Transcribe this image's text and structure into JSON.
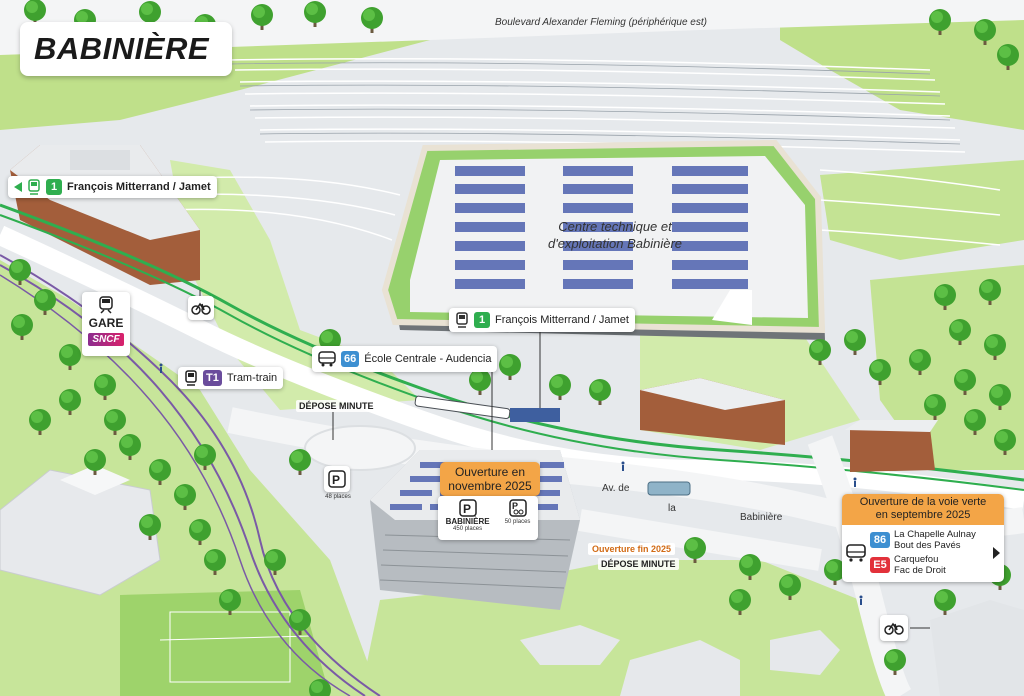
{
  "place_name": "BABINIÈRE",
  "roads": {
    "boulevard": "Boulevard   Alexander   Fleming   (périphérique   est)",
    "avenue_part1": "Av. de",
    "avenue_part2": "la",
    "avenue_part3": "Babinière"
  },
  "depot": {
    "line1": "Centre technique et",
    "line2": "d'exploitation Babinière"
  },
  "lines": {
    "tram_west": {
      "number": "1",
      "label": "François Mitterrand / Jamet",
      "color": "#2fae4f"
    },
    "tram_center": {
      "number": "1",
      "label": "François Mitterrand / Jamet",
      "color": "#2fae4f"
    },
    "bus_66": {
      "number": "66",
      "label": "École Centrale - Audencia",
      "color": "#3d8fd1"
    },
    "tram_train": {
      "number": "T1",
      "label": "Tram-train",
      "color": "#6a4c9c"
    }
  },
  "station": {
    "gare": "GARE",
    "sncf": "SNCF"
  },
  "labels": {
    "depose_minute_1": "DÉPOSE MINUTE",
    "depose_minute_2": "DÉPOSE MINUTE",
    "ouverture_fin": "Ouverture fin 2025",
    "parking_small": "48 places",
    "parking_babiniere_name": "BABINIÈRE",
    "parking_babiniere_places": "450 places",
    "bike_places": "50 places"
  },
  "opening_card": {
    "line1": "Ouverture en",
    "line2": "novembre 2025"
  },
  "voie_verte_card": {
    "title_line1": "Ouverture de la voie verte",
    "title_line2": "en septembre 2025",
    "bus_86": {
      "number": "86",
      "line1": "La Chapelle Aulnay",
      "line2": "Bout des Pavés",
      "color": "#3d8fd1"
    },
    "bus_e5": {
      "number": "E5",
      "line1": "Carquefou",
      "line2": "Fac de Droit",
      "color": "#e2313a"
    }
  },
  "icons": [
    "tram-icon",
    "bus-icon",
    "bike-icon",
    "parking-icon",
    "train-icon",
    "arrow-left-icon",
    "arrow-right-icon",
    "pin-icon"
  ]
}
